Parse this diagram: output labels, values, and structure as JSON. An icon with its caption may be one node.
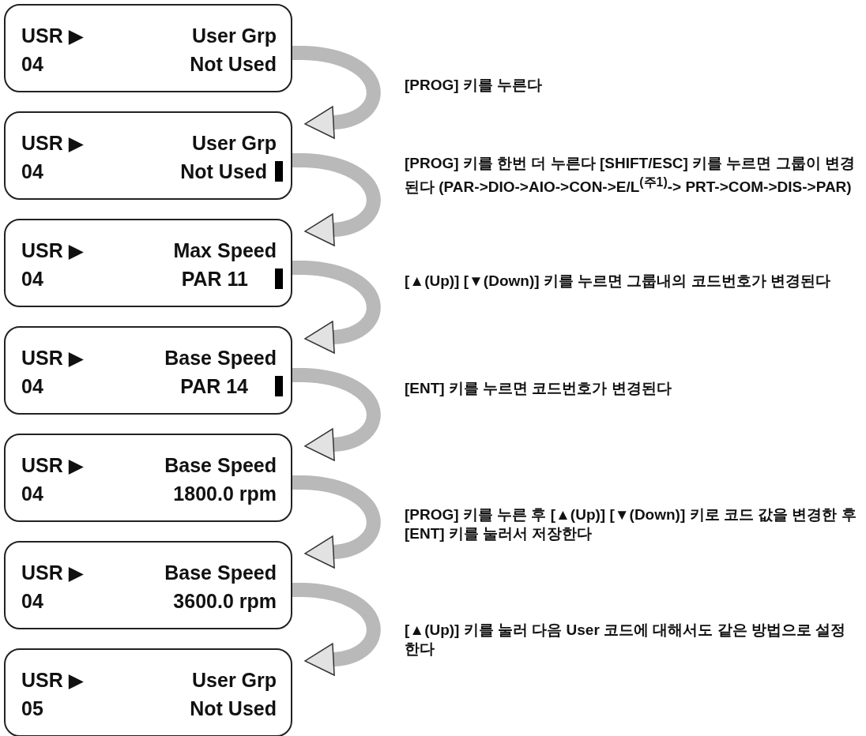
{
  "diagram": {
    "nodes": [
      {
        "text": [
          "USR ▶",
          "User Grp",
          "04",
          "Not Used"
        ]
      },
      {
        "text": [
          "USR ▶",
          "User Grp",
          "04",
          "Not Used"
        ]
      },
      {
        "text": [
          "USR ▶",
          "Max Speed",
          "04",
          "PAR 11"
        ]
      },
      {
        "text": [
          "USR ▶",
          "Base Speed",
          "04",
          "PAR 14"
        ]
      },
      {
        "text": [
          "USR ▶",
          "Base Speed",
          "04",
          "1800.0 rpm"
        ]
      },
      {
        "text": [
          "USR ▶",
          "Base Speed",
          "04",
          "3600.0 rpm"
        ]
      },
      {
        "text": [
          "USR ▶",
          "User Grp",
          "05",
          "Not Used"
        ]
      }
    ],
    "edges": [
      {
        "from": 0,
        "to": 1,
        "arrow": "to",
        "label": "[PROG] 키를 누른다"
      },
      {
        "from": 1,
        "to": 2,
        "arrow": "to",
        "label": "[PROG] 키를 한번 더 누른다 [SHIFT/ESC] 키를 누르면 그룹이 변경된다 (PAR->DIO->AIO->CON->E/L$^{(주1)}$-> PRT->COM->DIS->PAR)"
      },
      {
        "from": 2,
        "to": 3,
        "arrow": "to",
        "label": "[▲(Up)] [▼(Down)] 키를 누르면 그룹내의 코드번호가 변경된다"
      },
      {
        "from": 3,
        "to": 4,
        "arrow": "to",
        "label": "[ENT] 키를 누르면 코드번호가 변경된다"
      },
      {
        "from": 4,
        "to": 5,
        "arrow": "to",
        "label": "[PROG] 키를 누른 후 [▲(Up)] [▼(Down)] 키로 코드 값을 변경한 후 [ENT] 키를 눌러서 저장한다"
      },
      {
        "from": 5,
        "to": 6,
        "arrow": "to",
        "label": "[▲(Up)] 키를 눌러 다음 User 코드에 대해서도 같은 방법으로 설정한다"
      }
    ]
  }
}
